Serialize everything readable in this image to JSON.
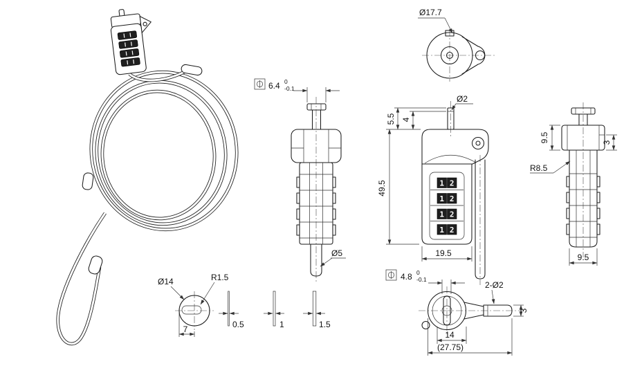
{
  "drawing": {
    "type": "engineering-drawing",
    "subject": "combination cable lock",
    "views": {
      "top": {
        "dim_diameter": "Ø17.7"
      },
      "side": {
        "dim_tbar": "6.4",
        "dim_tbar_tol_upper": "0",
        "dim_tbar_tol_lower": "-0.1",
        "dim_shaft_diameter": "Ø5"
      },
      "front": {
        "dim_pin_diameter": "Ø2",
        "dim_pin_height": "4",
        "dim_pin_total": "5.5",
        "dim_body_height": "49.5",
        "dim_body_width": "19.5",
        "dials": [
          [
            "1",
            "2"
          ],
          [
            "1",
            "2"
          ],
          [
            "1",
            "2"
          ],
          [
            "1",
            "2"
          ]
        ]
      },
      "right": {
        "dim_head_height": "9.5",
        "dim_step": "3",
        "dim_radius": "R8.5",
        "dim_body_width": "9.5"
      },
      "detail": {
        "dim_diameter": "Ø14",
        "dim_radius": "R1.5",
        "dim_offset": "7",
        "strip_labels": [
          "0.5",
          "1",
          "1.5"
        ]
      },
      "bottom": {
        "dim_slot": "4.8",
        "dim_slot_tol_upper": "0",
        "dim_slot_tol_lower": "-0.1",
        "dim_pins": "2-Ø2",
        "dim_pin_length": "3",
        "dim_center": "14",
        "dim_overall": "(27.75)"
      }
    }
  }
}
